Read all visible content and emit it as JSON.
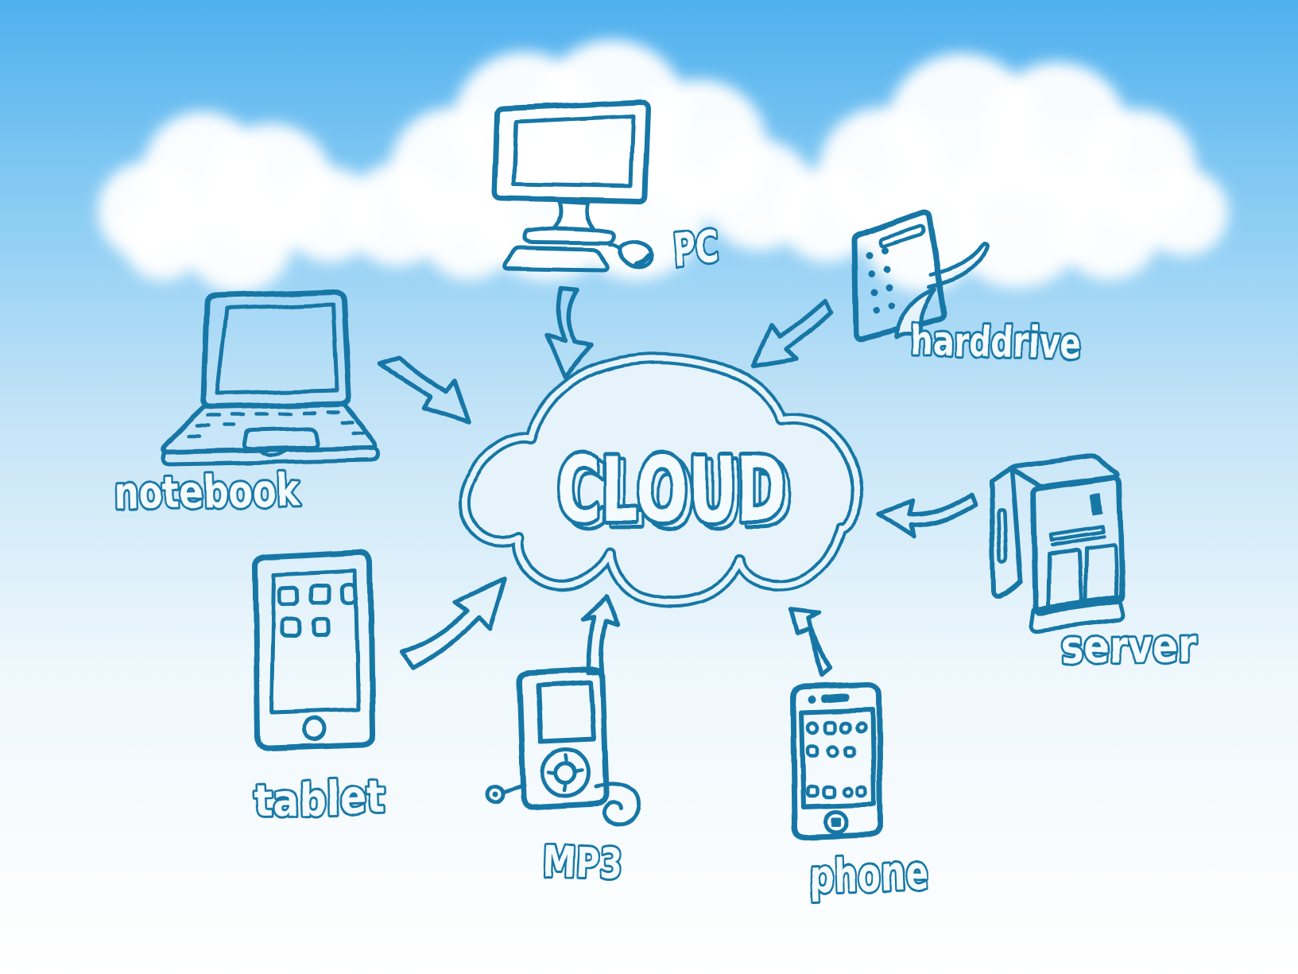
{
  "illustration": {
    "name": "cloud computing doodle diagram",
    "center_label": "CLOUD",
    "labels": {
      "pc": "PC",
      "harddrive": "harddrive",
      "notebook": "notebook",
      "server": "server",
      "tablet": "tablet",
      "mp3": "MP3",
      "phone": "phone"
    },
    "colors": {
      "ink": "#1777a6",
      "pale": "#e7f3fb",
      "letter": "#f4fbfe",
      "cloud_white": "#ffffff",
      "sky_top": "#4fb0ee",
      "sky_upper": "#8ccdf4",
      "sky_mid": "#c2e3f7",
      "sky_lower": "#eef7fc",
      "sky_bottom": "#ffffff"
    }
  }
}
